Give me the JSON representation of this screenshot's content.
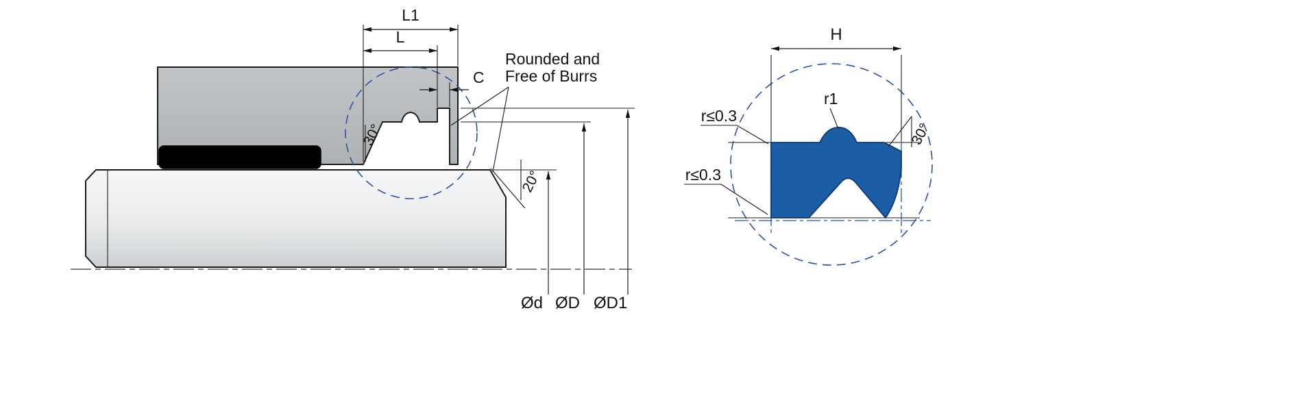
{
  "main_view": {
    "dim_l1": "L1",
    "dim_l": "L",
    "dim_c": "C",
    "note_line1": "Rounded and",
    "note_line2": "Free of Burrs",
    "angle_groove_chamfer": "30°",
    "angle_rod_chamfer": "20°",
    "dia_rod": "Ød",
    "dia_groove": "ØD",
    "dia_recess": "ØD1"
  },
  "detail_view": {
    "dim_h": "H",
    "lip_radius": "r1",
    "angle_chamfer": "30°",
    "corner_radius_top": "r≤0.3",
    "corner_radius_bottom": "r≤0.3"
  },
  "colors": {
    "housing": "#b9bdbf",
    "shaft": "#e9ebec",
    "static_seal": "#000000",
    "seal_profile": "#1b5ea6",
    "detail_blue": "#2a52a0",
    "outline": "#1a1a1a"
  }
}
